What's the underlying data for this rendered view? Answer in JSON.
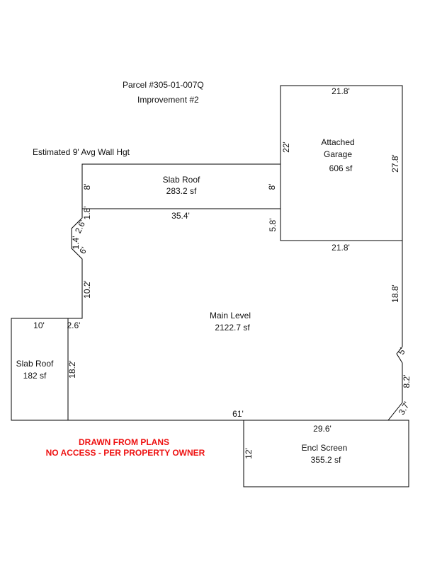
{
  "header": {
    "parcel": "Parcel #305-01-007Q",
    "improvement": "Improvement #2",
    "wall_height": "Estimated 9' Avg Wall Hgt"
  },
  "areas": {
    "garage": {
      "name_line1": "Attached",
      "name_line2": "Garage",
      "area": "606 sf"
    },
    "slab_roof_top": {
      "name": "Slab Roof",
      "area": "283.2 sf"
    },
    "main_level": {
      "name": "Main Level",
      "area": "2122.7 sf"
    },
    "slab_roof_left": {
      "name": "Slab Roof",
      "area": "182 sf"
    },
    "encl_screen": {
      "name": "Encl Screen",
      "area": "355.2 sf"
    }
  },
  "dimensions": {
    "garage_top": "21.8'",
    "garage_left": "22'",
    "garage_right": "27.8'",
    "garage_bottom": "21.8'",
    "slab_top_left": "8'",
    "slab_top_right": "8'",
    "slab_top_bottom": "35.4'",
    "main_left_upper": "1.8'",
    "main_right_upper": "5.8'",
    "jog_a": "2.6'",
    "jog_b": "1.4'",
    "jog_c": "6'",
    "main_left_mid": "10.2'",
    "slab_left_top": "10'",
    "slab_left_notch": "2.6'",
    "slab_left_right": "18.2'",
    "main_right_mid": "18.8'",
    "right_diag_a": "5'",
    "main_right_lower": "8.2'",
    "right_diag_b": "3.7'",
    "main_bottom": "61'",
    "encl_top": "29.6'",
    "encl_left": "12'"
  },
  "notes": {
    "line1": "DRAWN FROM PLANS",
    "line2": "NO ACCESS - PER PROPERTY OWNER"
  },
  "colors": {
    "line": "#000000",
    "text": "#111111",
    "note": "#ee1111"
  }
}
